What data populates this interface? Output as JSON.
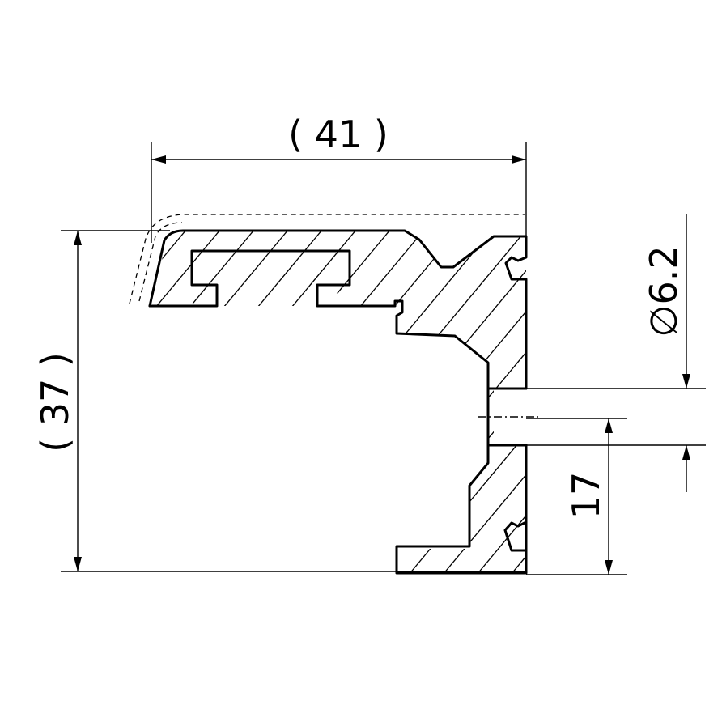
{
  "dimensions": {
    "width_label": "( 41 )",
    "height_label": "( 37 )",
    "hole_label": "∅6.2",
    "offset_label": "17"
  },
  "colors": {
    "line": "#000000",
    "background": "#ffffff"
  }
}
